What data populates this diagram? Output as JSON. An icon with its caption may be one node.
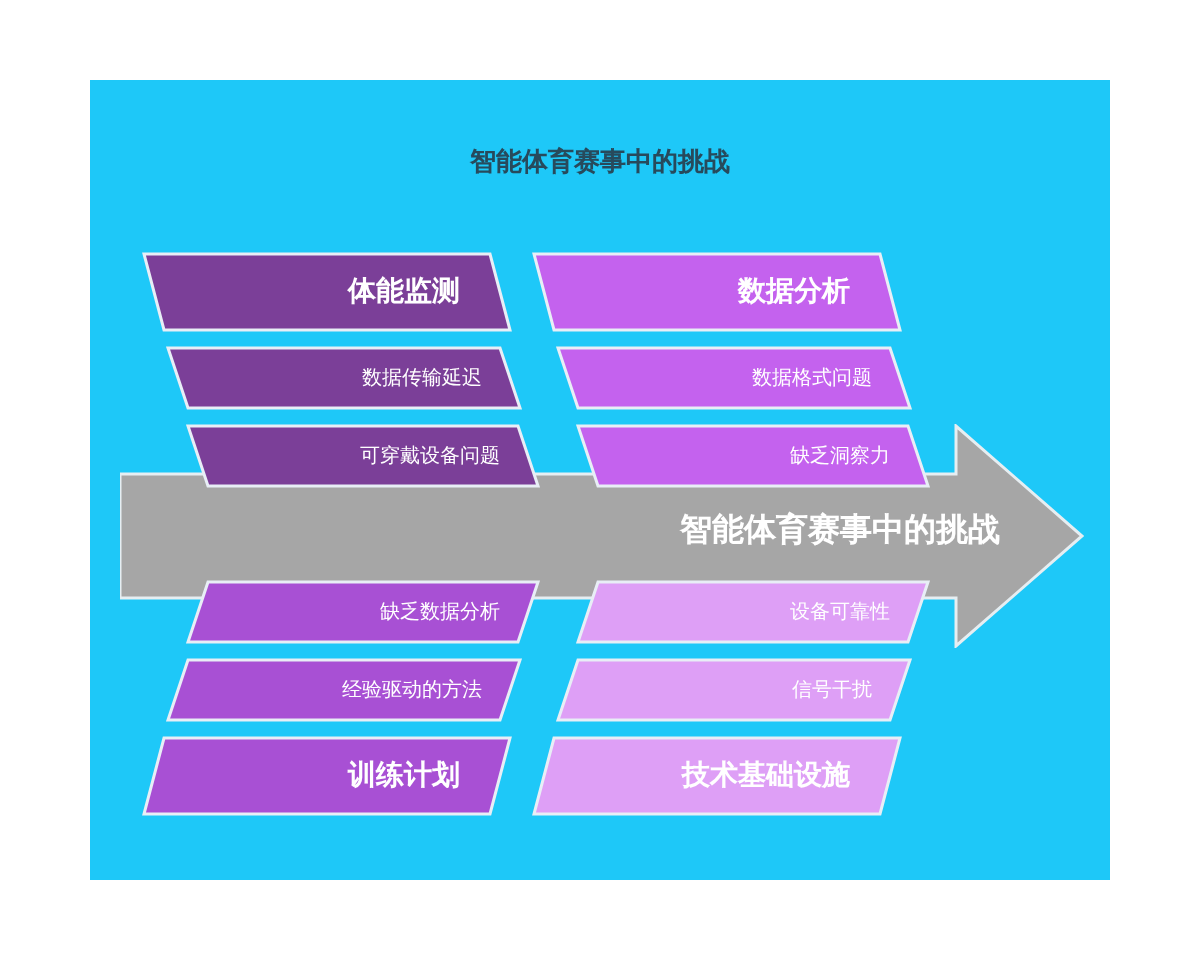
{
  "diagram": {
    "title": "智能体育赛事中的挑战",
    "nodes": [
      {
        "text": [
          "体能监测"
        ]
      },
      {
        "text": [
          "数据分析"
        ]
      },
      {
        "text": [
          "数据传输延迟"
        ]
      },
      {
        "text": [
          "数据格式问题"
        ]
      },
      {
        "text": [
          "可穿戴设备问题"
        ]
      },
      {
        "text": [
          "缺乏洞察力"
        ]
      },
      {
        "text": [
          "智能体育赛事中的挑战"
        ]
      },
      {
        "text": [
          "缺乏数据分析"
        ]
      },
      {
        "text": [
          "设备可靠性"
        ]
      },
      {
        "text": [
          "经验驱动的方法"
        ]
      },
      {
        "text": [
          "信号干扰"
        ]
      },
      {
        "text": [
          "训练计划"
        ]
      },
      {
        "text": [
          "技术基础设施"
        ]
      }
    ],
    "edges": []
  }
}
